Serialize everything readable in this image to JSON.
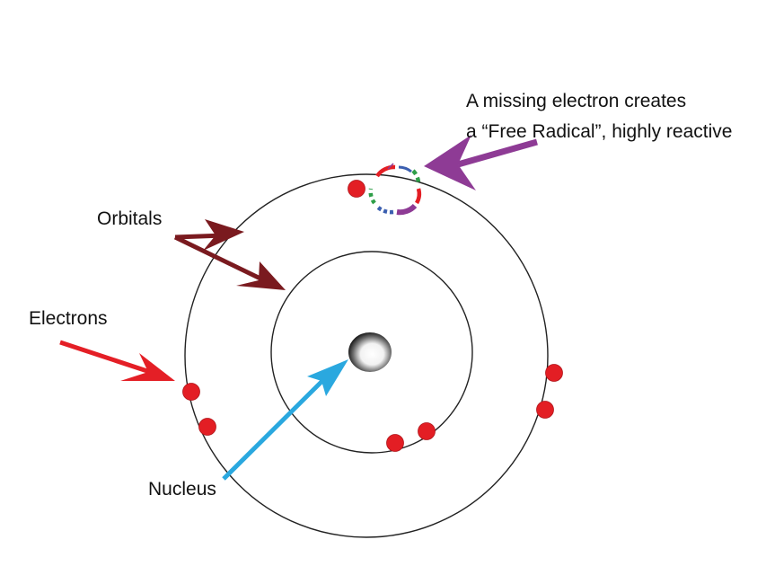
{
  "labels": {
    "free_radical_line1": "A missing electron creates",
    "free_radical_line2": "a “Free Radical”, highly reactive",
    "orbitals": "Orbitals",
    "electrons": "Electrons",
    "nucleus": "Nucleus"
  },
  "colors": {
    "orbit": "#222222",
    "electron": "#e31e24",
    "free_radical_arrow": "#8e3b95",
    "orbitals_arrow": "#7a1a1f",
    "electrons_arrow": "#e41f26",
    "nucleus_arrow": "#2aa8df",
    "missing_dash_red": "#e31e24",
    "missing_dash_green": "#2e9e48",
    "missing_dash_blue": "#3b5fb0",
    "missing_dash_purple": "#8e3b95"
  },
  "icons": {
    "nucleus": "nucleus-sphere",
    "electron": "electron-dot",
    "missing_electron": "missing-electron-dashed-ring"
  }
}
